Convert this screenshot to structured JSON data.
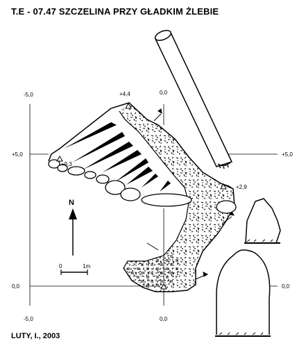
{
  "title": "T.E - 07.47  SZCZELINA PRZY GŁADKIM ŻLEBIE",
  "author": "LUTY, I., 2003",
  "grid_labels": {
    "x_neg5_top": "-5,0",
    "x_0_top": "0,0",
    "x_neg5_bottom": "-5,0",
    "x_0_bottom": "0,0",
    "y_pos5_left": "+5,0",
    "y_pos5_right": "+5,0",
    "y_0_left": "0,0",
    "y_0_right": "0,0"
  },
  "elevations": {
    "top": "+4,4",
    "left": "+9,3",
    "right": "+2,9"
  },
  "north_label": "N",
  "scale": {
    "start": "0",
    "end": "1m"
  }
}
